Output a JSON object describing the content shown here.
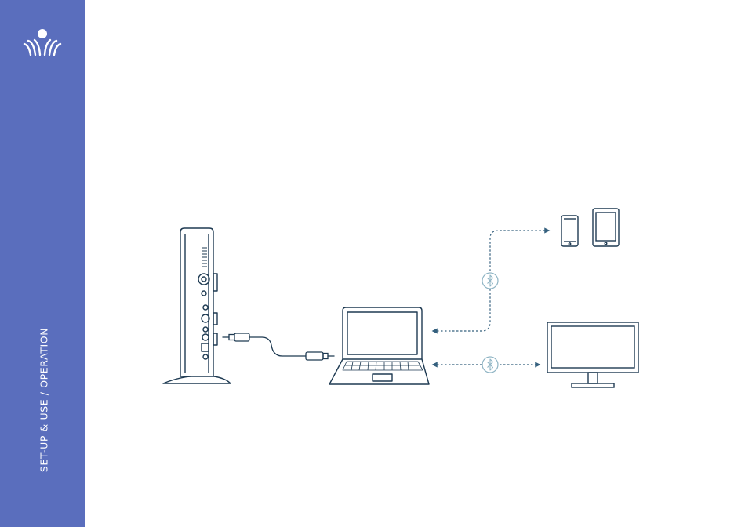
{
  "sidebar": {
    "section_title": "SET-UP & USE / OPERATION",
    "logo_icon": "brand-logo-icon"
  },
  "colors": {
    "sidebar": "#5a6ebd",
    "line": "#1e3a52",
    "dotted": "#35607e",
    "bluetooth": "#8fb4c4",
    "white": "#ffffff"
  },
  "diagram": {
    "icons": [
      "hub-device-icon",
      "audio-cable-icon",
      "laptop-icon",
      "smartphone-icon",
      "tablet-icon",
      "monitor-icon",
      "bluetooth-icon"
    ],
    "connections": [
      {
        "from": "hub-device",
        "to": "laptop",
        "type": "cable"
      },
      {
        "from": "laptop",
        "to": "mobile-devices",
        "type": "bluetooth",
        "direction": "bidirectional"
      },
      {
        "from": "laptop",
        "to": "monitor",
        "type": "bluetooth",
        "direction": "bidirectional"
      }
    ]
  }
}
